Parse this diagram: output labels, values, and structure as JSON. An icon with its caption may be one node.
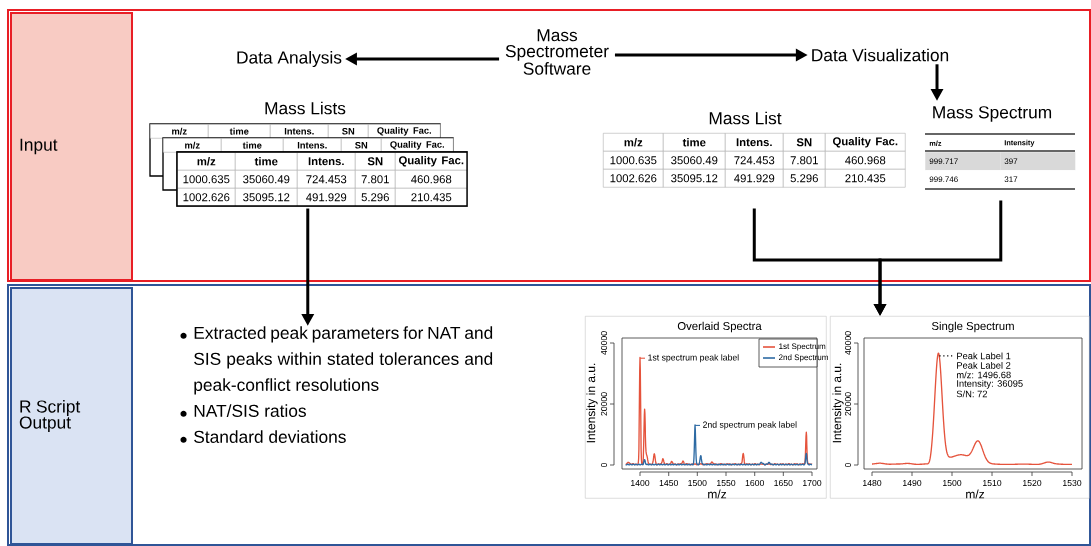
{
  "diagram": {
    "nodes": [
      {
        "text": [
          "Input"
        ]
      },
      {
        "text": [
          "R Script Output"
        ]
      },
      {
        "text": [
          "Mass Spectrometer Software"
        ]
      },
      {
        "text": [
          "Data Analysis"
        ]
      },
      {
        "text": [
          "Data Visualization"
        ]
      },
      {
        "text": [
          "Mass Lists"
        ]
      },
      {
        "text": [
          "Mass List"
        ]
      },
      {
        "text": [
          "Mass Spectrum"
        ]
      },
      {
        "text": [
          "Extracted peak parameters for NAT and SIS peaks within stated tolerances and peak-conflict resolutions",
          "NAT/SIS ratios",
          "Standard deviations"
        ]
      },
      {
        "text": [
          "Overlaid Spectra"
        ]
      },
      {
        "text": [
          "Single Spectrum"
        ]
      }
    ],
    "edges": [
      {
        "from": 2,
        "to": 3,
        "arrow": "to"
      },
      {
        "from": 2,
        "to": 4,
        "arrow": "to"
      },
      {
        "from": 4,
        "to": 7,
        "arrow": "to"
      },
      {
        "from": 5,
        "to": 8,
        "arrow": "to"
      },
      {
        "from": 6,
        "to": 10,
        "arrow": "to"
      },
      {
        "from": 7,
        "to": 10,
        "arrow": "to"
      }
    ],
    "labels": [
      "m/z",
      "time",
      "Intens.",
      "SN",
      "Quality Fac.",
      "m/z",
      "time",
      "Intens.",
      "SN",
      "Quality Fac.",
      "m/z",
      "time",
      "Intens.",
      "SN",
      "Quality Fac.",
      "1000.635",
      "35060.49",
      "724.453",
      "7.801",
      "460.968",
      "1002.626",
      "35095.12",
      "491.929",
      "5.296",
      "210.435",
      "m/z",
      "time",
      "Intens.",
      "SN",
      "Quality Fac.",
      "1000.635",
      "35060.49",
      "724.453",
      "7.801",
      "460.968",
      "1002.626",
      "35095.12",
      "491.929",
      "5.296",
      "210.435",
      "m/z",
      "Intensity",
      "999.717",
      "397",
      "999.746",
      "317",
      "1st spectrum peak label",
      "2nd spectrum peak label",
      "Intensity in a.u.",
      "0",
      "20000",
      "40000",
      "1400",
      "1450",
      "1500",
      "1550",
      "1600",
      "1650",
      "1700",
      "m/z",
      "Peak Label 1",
      "Peak Label 2",
      "m/z: 1496.68",
      "Intensity: 36095",
      "S/N: 72",
      "Intensity in a.u.",
      "0",
      "20000",
      "40000",
      "1480",
      "1490",
      "1500",
      "1510",
      "1520",
      "1530",
      "m/z"
    ],
    "legend": [
      {
        "text": "1st Spectrum"
      },
      {
        "text": "2nd Spectrum"
      }
    ]
  }
}
